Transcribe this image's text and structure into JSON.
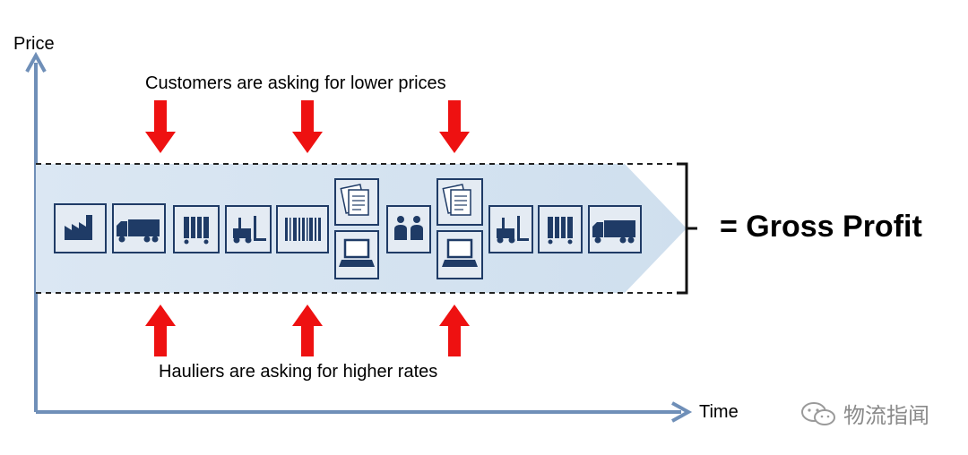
{
  "axes": {
    "y_label": "Price",
    "x_label": "Time"
  },
  "top_text": "Customers are asking for lower prices",
  "bottom_text": "Hauliers are asking for higher rates",
  "result_text": "= Gross Profit",
  "watermark": "物流指闻",
  "colors": {
    "axis": "#6f8fb8",
    "band": "#d8e6f2",
    "icon_dark": "#1f3b66",
    "icon_bg": "#e4ebf3",
    "arrow_red": "#ee1111"
  },
  "process_icons": [
    "factory-icon",
    "truck-icon",
    "pallet-cage-icon",
    "forklift-icon",
    "barcode-icon",
    "documents-icon",
    "laptop-icon",
    "people-icon",
    "documents-icon",
    "laptop-icon",
    "forklift-icon",
    "pallet-cage-icon",
    "truck-icon"
  ]
}
